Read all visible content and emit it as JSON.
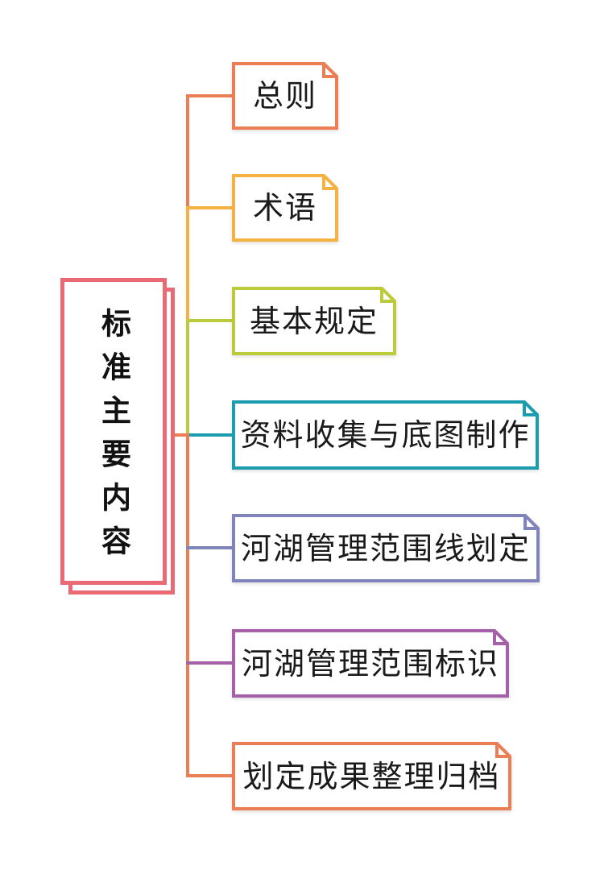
{
  "root": {
    "label": "标准主要内容",
    "color": "#E96A75"
  },
  "children": [
    {
      "label": "总则",
      "color": "#EB7E55"
    },
    {
      "label": "术语",
      "color": "#F5B243"
    },
    {
      "label": "基本规定",
      "color": "#BCCB3C"
    },
    {
      "label": "资料收集与底图制作",
      "color": "#1C9DAF"
    },
    {
      "label": "河湖管理范围线划定",
      "color": "#8083BC"
    },
    {
      "label": "河湖管理范围标识",
      "color": "#A560A8"
    },
    {
      "label": "划定成果整理归档",
      "color": "#EB7E55"
    }
  ],
  "connectors": {
    "stub_color": "#EB7E55",
    "trunk_top_color": "#EB7E55",
    "trunk_upper_color": "#F5B243",
    "trunk_mid_color": "#BCCB3C",
    "trunk_lower_color": "#EB7E55"
  }
}
